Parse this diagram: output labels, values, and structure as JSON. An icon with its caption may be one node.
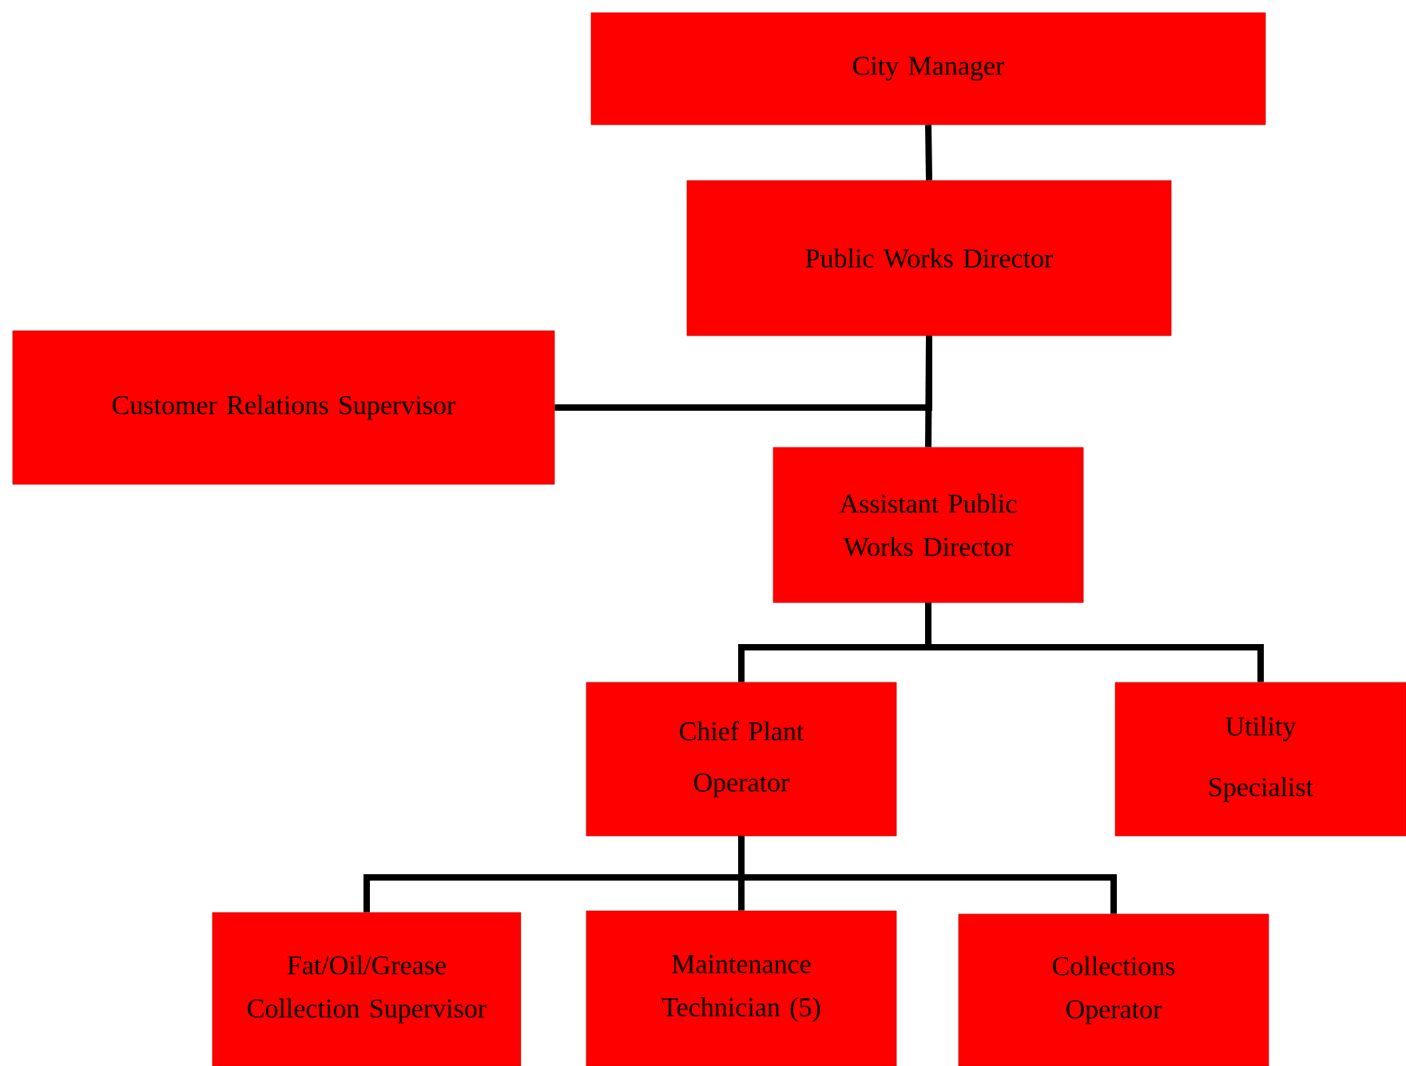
{
  "diagram": {
    "nodes": [
      {
        "text": [
          "City Manager"
        ]
      },
      {
        "text": [
          "Public Works Director"
        ]
      },
      {
        "text": [
          "Customer Relations Supervisor"
        ]
      },
      {
        "text": [
          "Assistant Public Works Director"
        ]
      },
      {
        "text": [
          "Chief Plant Operator"
        ]
      },
      {
        "text": [
          "Utility Specialist"
        ]
      },
      {
        "text": [
          "Fat/Oil/Grease Collection Supervisor"
        ]
      },
      {
        "text": [
          "Maintenance Technician (5)"
        ]
      },
      {
        "text": [
          "Collections Operator"
        ]
      }
    ],
    "edges": [
      {
        "from": 0,
        "to": 1,
        "arrow": "none"
      },
      {
        "from": 1,
        "to": 3,
        "arrow": "none"
      },
      {
        "from": 1,
        "to": 2,
        "arrow": "none"
      },
      {
        "from": 3,
        "to": 4,
        "arrow": "none"
      },
      {
        "from": 3,
        "to": 5,
        "arrow": "none"
      },
      {
        "from": 4,
        "to": 6,
        "arrow": "none"
      },
      {
        "from": 4,
        "to": 7,
        "arrow": "none"
      },
      {
        "from": 4,
        "to": 8,
        "arrow": "none"
      }
    ]
  }
}
